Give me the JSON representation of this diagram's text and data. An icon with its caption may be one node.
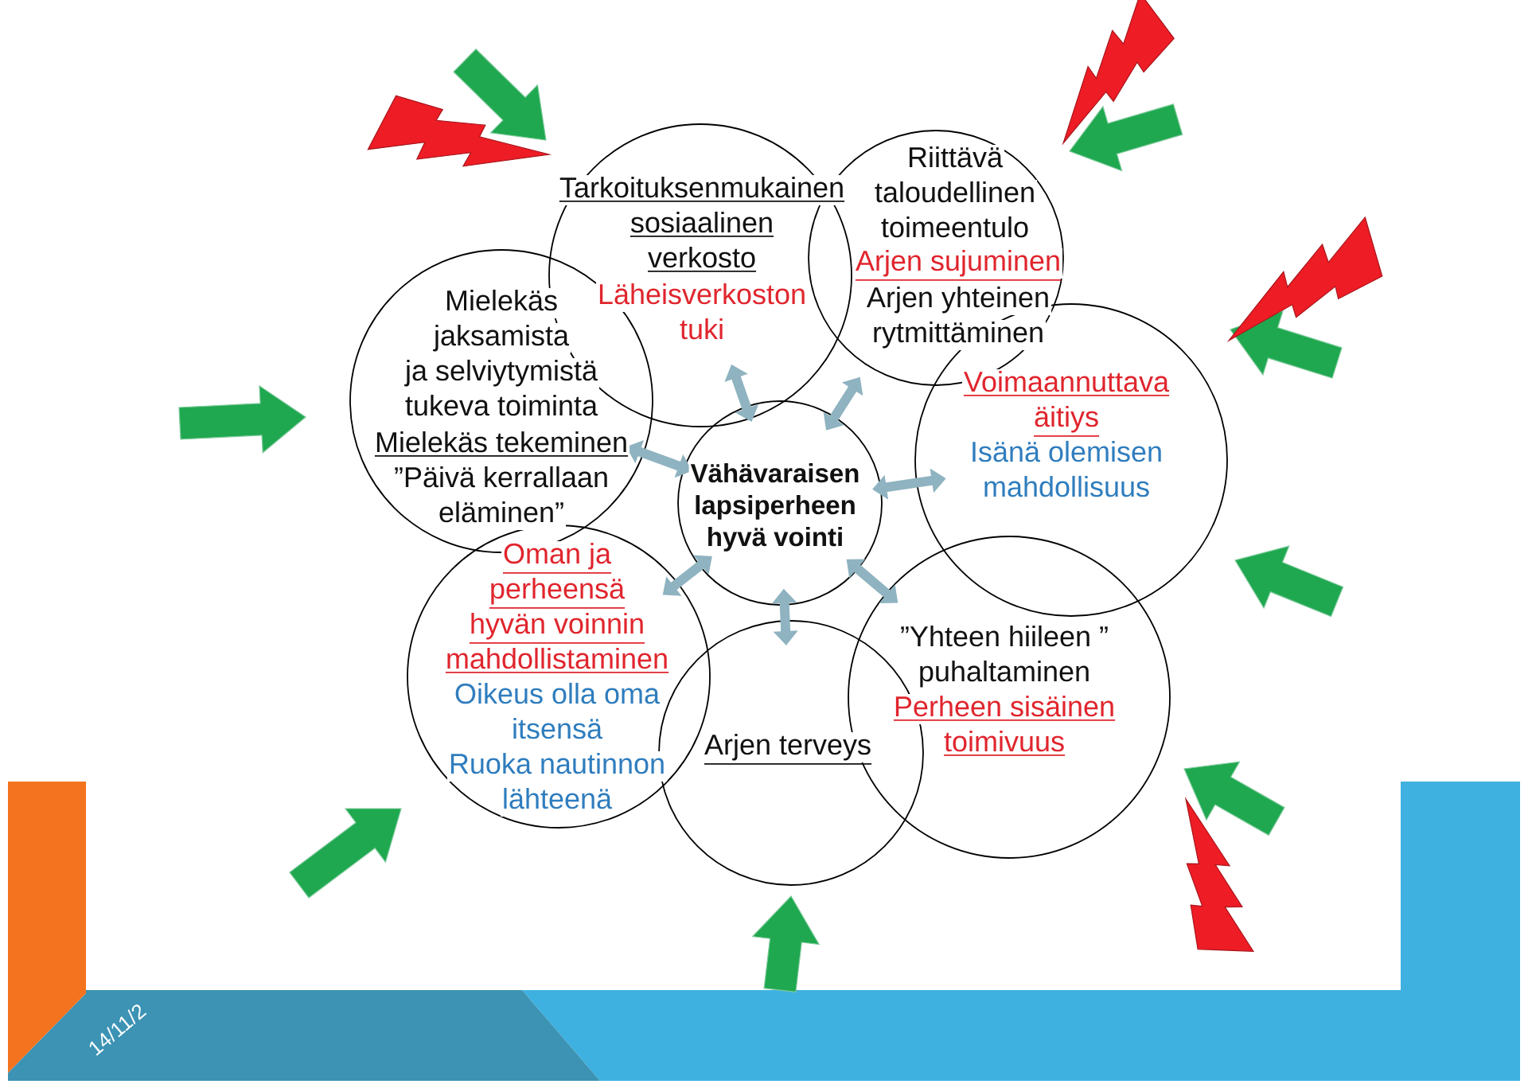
{
  "diagram": {
    "nodes": [
      {
        "text": [
          "Tarkoituksenmukainen sosiaalinen verkosto",
          "Läheisverkoston tuki"
        ]
      },
      {
        "text": [
          "Riittävä taloudellinen toimeentulo",
          "Arjen sujuminen",
          "Arjen yhteinen rytmittäminen"
        ]
      },
      {
        "text": [
          "Mielekäs jaksamista ja selviytymistä tukeva toiminta",
          "Mielekäs tekeminen",
          "”Päivä kerrallaan eläminen”"
        ]
      },
      {
        "text": [
          "Vähävaraisen lapsiperheen hyvä vointi"
        ]
      },
      {
        "text": [
          "Voimaannuttava äitiys",
          "Isänä olemisen mahdollisuus"
        ]
      },
      {
        "text": [
          "Oman ja perheensä hyvän voinnin mahdollistaminen",
          "Oikeus olla oma itsensä",
          "Ruoka nautinnon lähteenä"
        ]
      },
      {
        "text": [
          "”Yhteen hiileen ” puhaltaminen",
          "Perheen sisäinen toimivuus"
        ]
      },
      {
        "text": [
          "Arjen terveys"
        ]
      }
    ],
    "edges": [
      {
        "from": 3,
        "to": 0,
        "arrow": "both"
      },
      {
        "from": 3,
        "to": 1,
        "arrow": "both"
      },
      {
        "from": 3,
        "to": 2,
        "arrow": "both"
      },
      {
        "from": 3,
        "to": 4,
        "arrow": "both"
      },
      {
        "from": 3,
        "to": 5,
        "arrow": "both"
      },
      {
        "from": 3,
        "to": 6,
        "arrow": "both"
      },
      {
        "from": 3,
        "to": 7,
        "arrow": "both"
      }
    ],
    "labels": [
      "14/11/2"
    ]
  }
}
